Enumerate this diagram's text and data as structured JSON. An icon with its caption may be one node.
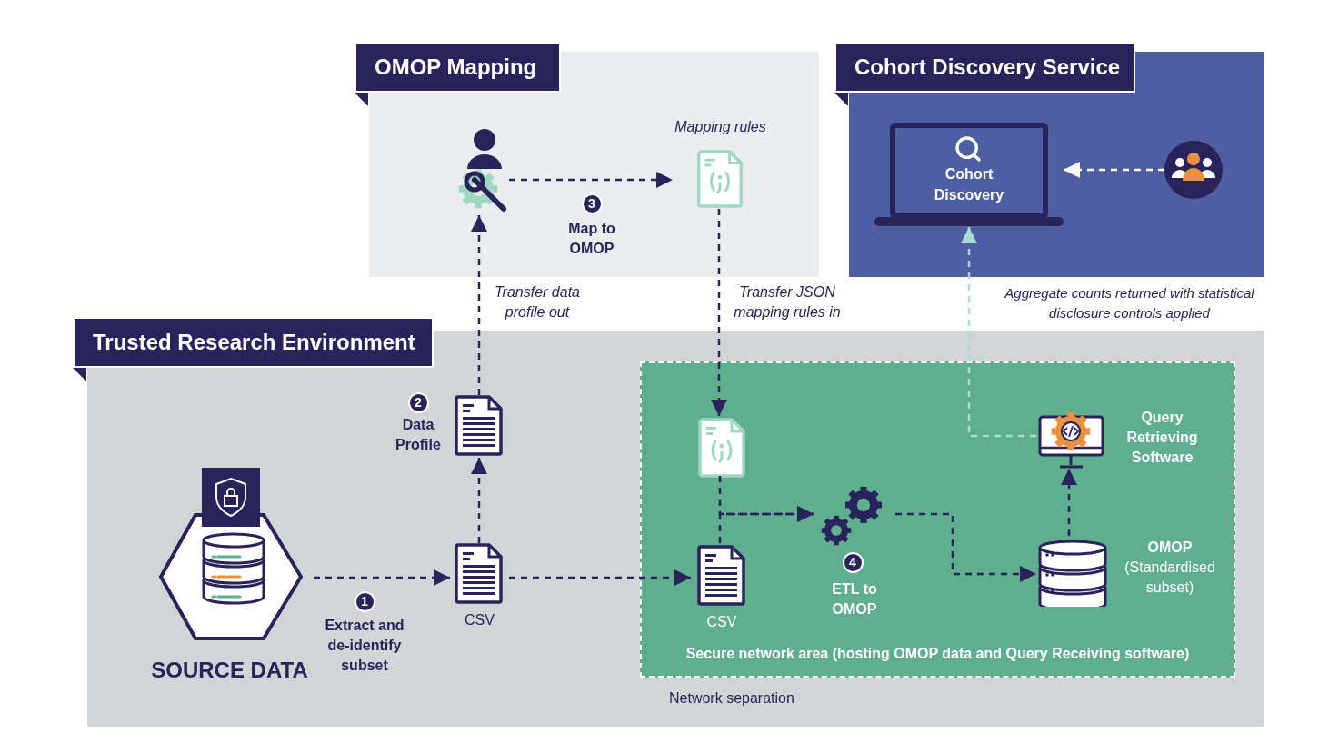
{
  "diagram": {
    "nodes": [
      {
        "text": [
          "OMOP Mapping"
        ]
      },
      {
        "text": [],
        "shape": "person",
        "in": 0
      },
      {
        "text": [
          "Mapping rules"
        ],
        "in": 0
      },
      {
        "text": [
          "Cohort Discovery Service"
        ]
      },
      {
        "text": [
          "Cohort Discovery"
        ],
        "in": 3
      },
      {
        "text": [],
        "shape": "person",
        "in": 3
      },
      {
        "text": [
          "Trusted Research Environment"
        ]
      },
      {
        "text": [
          "SOURCE DATA"
        ],
        "in": 6
      },
      {
        "text": [
          "CSV"
        ],
        "in": 6
      },
      {
        "text": [
          "Data Profile"
        ],
        "in": 6
      },
      {
        "text": [
          "Secure network area (hosting OMOP data and Query Receiving software)"
        ],
        "in": 6
      },
      {
        "text": [],
        "shape": "picture",
        "in": 10
      },
      {
        "text": [
          "CSV"
        ],
        "in": 10
      },
      {
        "text": [
          "ETL to OMOP"
        ],
        "in": 10
      },
      {
        "text": [
          "Query Retrieving Software"
        ],
        "in": 10
      },
      {
        "text": [
          "OMOP",
          "(Standardised subset)"
        ],
        "in": 10
      }
    ],
    "edges": [
      {
        "from": 1,
        "to": 2,
        "arrow": "to",
        "style": "dashed",
        "label": "Map to OMOP"
      },
      {
        "from": 9,
        "to": 1,
        "arrow": "to",
        "style": "dashed",
        "label": "Transfer data profile out"
      },
      {
        "from": 2,
        "to": 11,
        "arrow": "to",
        "style": "dashed",
        "label": "Transfer JSON mapping rules in"
      },
      {
        "from": 5,
        "to": 4,
        "arrow": "to",
        "style": "dashed",
        "color": "#ffffff"
      },
      {
        "from": 14,
        "to": 4,
        "arrow": "to",
        "style": "dashed",
        "color": "#a9dcd3",
        "label": "Aggregate counts returned with statistical disclosure controls applied"
      },
      {
        "from": 7,
        "to": 8,
        "arrow": "to",
        "style": "dashed",
        "label": "Extract and de-identify subset"
      },
      {
        "from": 8,
        "to": 9,
        "arrow": "to",
        "style": "dashed"
      },
      {
        "from": 8,
        "to": 12,
        "arrow": "to",
        "style": "dashed"
      },
      {
        "from": 11,
        "to": 13,
        "arrow": "to",
        "style": "dashed"
      },
      {
        "from": 12,
        "to": 13,
        "arrow": "to",
        "style": "dashed"
      },
      {
        "from": 13,
        "to": 15,
        "arrow": "to",
        "style": "dashed"
      },
      {
        "from": 15,
        "to": 14,
        "arrow": "to",
        "style": "dashed"
      }
    ],
    "labels": [
      "1",
      "2",
      "3",
      "4",
      "Network separation"
    ]
  }
}
